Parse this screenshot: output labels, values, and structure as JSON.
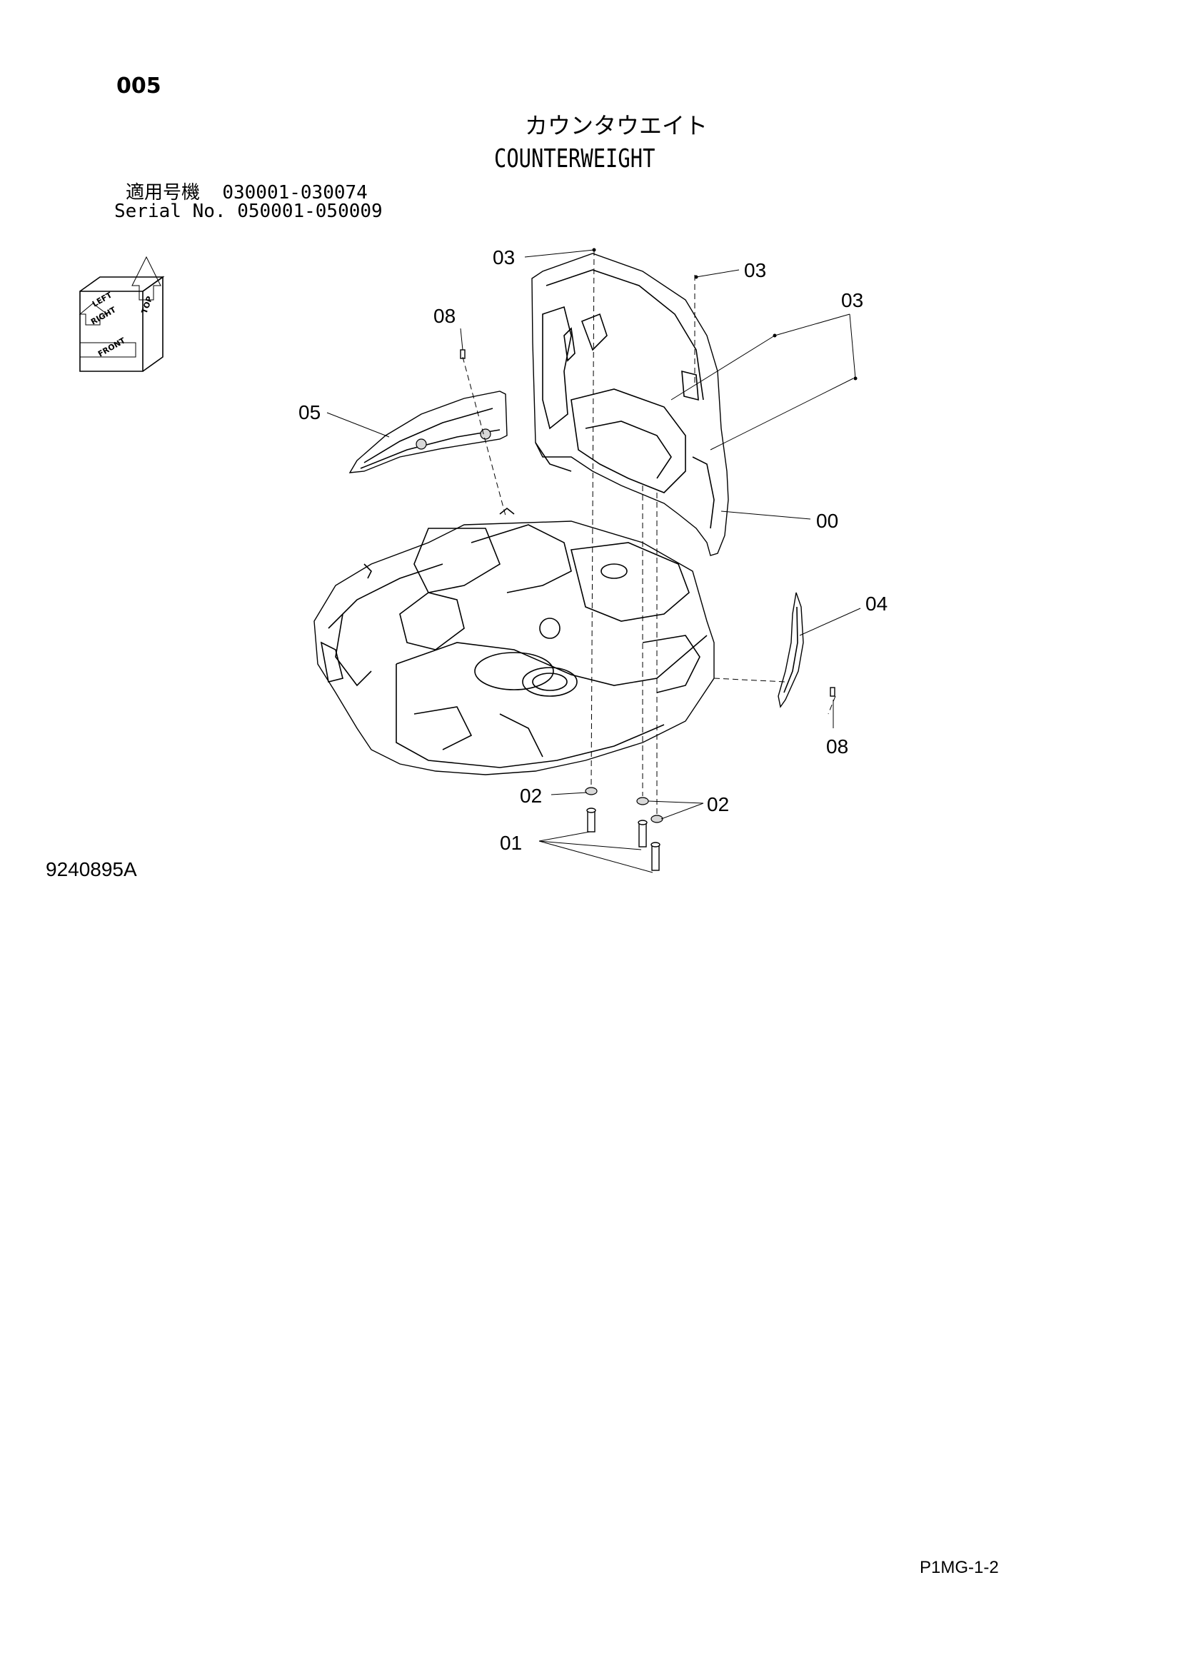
{
  "header": {
    "page_number": "005",
    "title_jp": "カウンタウエイト",
    "title_en": "COUNTERWEIGHT",
    "serial_jp_label": "適用号機",
    "serial_jp_range": "030001-030074",
    "serial_en_label": "Serial No.",
    "serial_en_range": "050001-050009"
  },
  "orientation_icon": {
    "labels": [
      "TOP",
      "LEFT",
      "RIGHT",
      "FRONT"
    ]
  },
  "callouts": {
    "c00": "00",
    "c01": "01",
    "c02_left": "02",
    "c02_right": "02",
    "c03_top": "03",
    "c03_middle": "03",
    "c03_right": "03",
    "c04": "04",
    "c05": "05",
    "c08_top": "08",
    "c08_bottom": "08"
  },
  "footer": {
    "drawing_number": "9240895A",
    "page_code": "P1MG-1-2"
  }
}
